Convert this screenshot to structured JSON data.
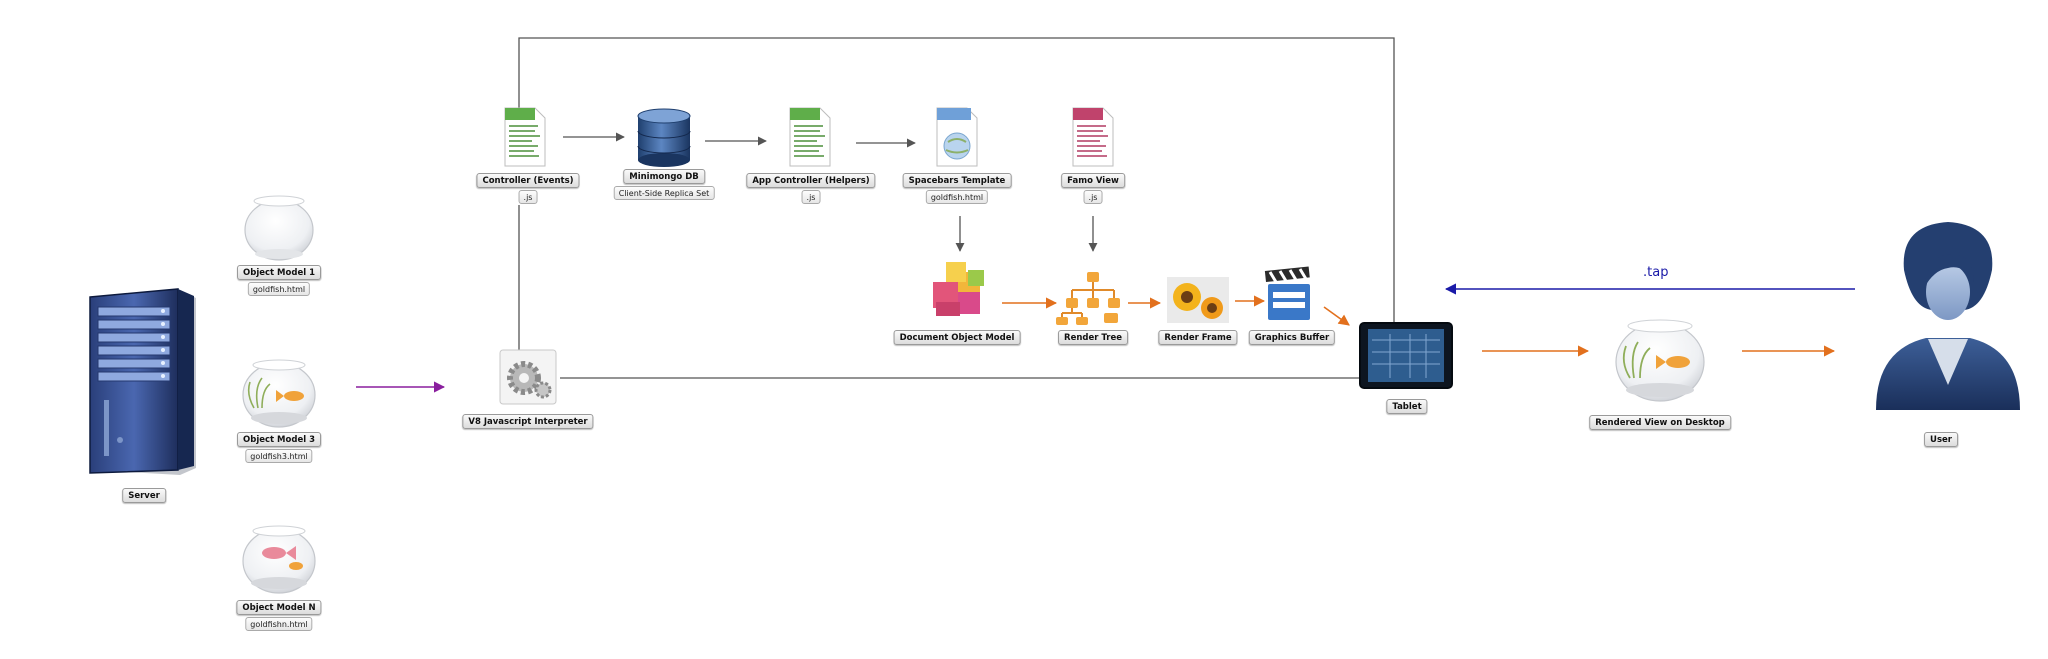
{
  "nodes": {
    "server": {
      "label": "Server",
      "icon": "server-tower-icon"
    },
    "om1": {
      "label": "Object Model 1",
      "sub": "goldfish.html",
      "icon": "empty-fishbowl-icon"
    },
    "om3": {
      "label": "Object Model 3",
      "sub": "goldfish3.html",
      "icon": "fishbowl-goldfish-icon"
    },
    "omn": {
      "label": "Object Model N",
      "sub": "goldfishn.html",
      "icon": "fishbowl-pink-fish-icon"
    },
    "v8": {
      "label": "V8 Javascript Interpreter",
      "icon": "gear-icon"
    },
    "controller": {
      "label": "Controller (Events)",
      "sub": ".js",
      "icon": "js-file-icon"
    },
    "minimongo": {
      "label": "Minimongo DB",
      "sub": "Client-Side Replica Set",
      "icon": "database-icon"
    },
    "appctrl": {
      "label": "App Controller (Helpers)",
      "sub": ".js",
      "icon": "js-file-icon"
    },
    "spacebars": {
      "label": "Spacebars Template",
      "sub": "goldfish.html",
      "icon": "html-file-icon"
    },
    "famo": {
      "label": "Famo View",
      "sub": ".js",
      "icon": "js-file-pink-icon"
    },
    "dom": {
      "label": "Document Object Model",
      "icon": "blocks-icon"
    },
    "rendertree": {
      "label": "Render Tree",
      "icon": "hierarchy-tree-icon"
    },
    "renderframe": {
      "label": "Render Frame",
      "icon": "sunflowers-icon"
    },
    "gfxbuffer": {
      "label": "Graphics Buffer",
      "icon": "clapperboard-icon"
    },
    "tablet": {
      "label": "Tablet",
      "icon": "tablet-icon"
    },
    "rendered": {
      "label": "Rendered View on Desktop",
      "icon": "fishbowl-goldfish-icon"
    },
    "user": {
      "label": "User",
      "icon": "user-avatar-icon"
    }
  },
  "edge_labels": {
    "tap": ".tap"
  },
  "colors": {
    "orange": "#e2701d",
    "purple": "#8a1f9e",
    "blue": "#1a1aa8",
    "gray": "#555555"
  }
}
